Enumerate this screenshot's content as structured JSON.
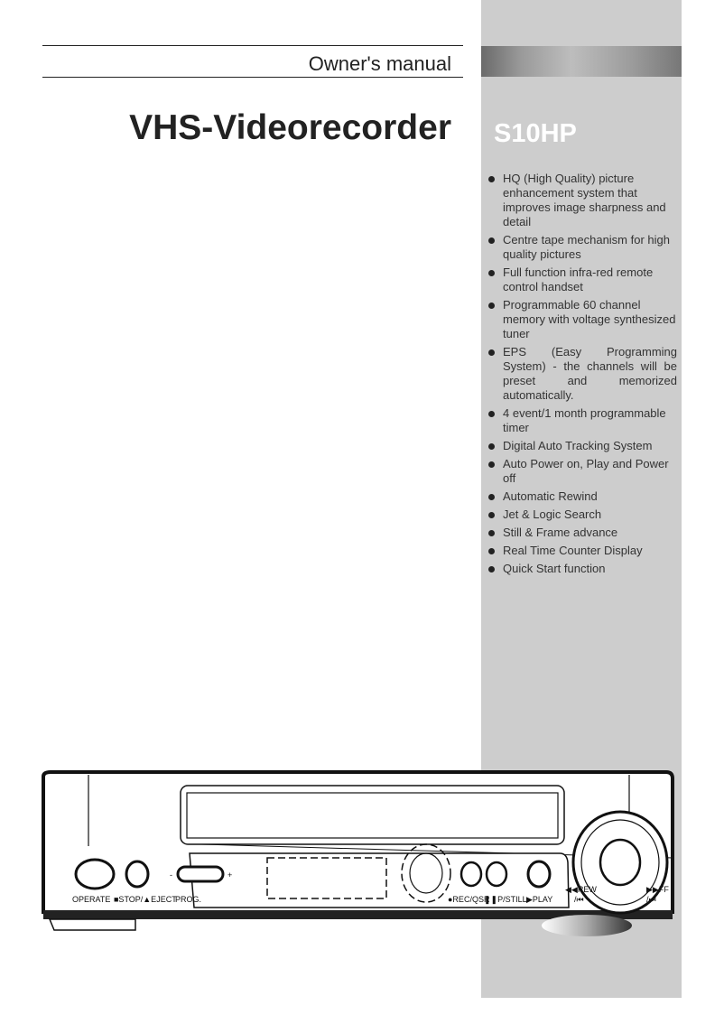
{
  "header": {
    "label": "Owner's manual",
    "title": "VHS-Videorecorder"
  },
  "sidebar": {
    "model": "S10HP",
    "features": [
      "HQ (High Quality) picture enhancement system that improves image sharpness and detail",
      "Centre tape mechanism for high quality pictures",
      "Full function infra-red remote control handset",
      "Programmable 60 channel memory with voltage synthesized tuner",
      "EPS (Easy Programming System) - the channels will be preset and memorized automatically.",
      "4 event/1 month programmable timer",
      "Digital Auto Tracking System",
      "Auto Power on, Play and Power off",
      "Automatic Rewind",
      "Jet & Logic Search",
      "Still & Frame advance",
      "Real Time Counter Display",
      "Quick Start function"
    ]
  },
  "vcr": {
    "labels": {
      "operate": "OPERATE",
      "stop_eject": "■STOP/▲EJECT",
      "prog": "PROG.",
      "minus": "-",
      "plus": "+",
      "rec": "●REC/QSR",
      "pause": "❚❚P/STILL",
      "play": "▶PLAY",
      "rew": "◀◀REW",
      "rew2": "/⏮",
      "ff": "▶▶FF",
      "ff2": "/⏭"
    }
  }
}
